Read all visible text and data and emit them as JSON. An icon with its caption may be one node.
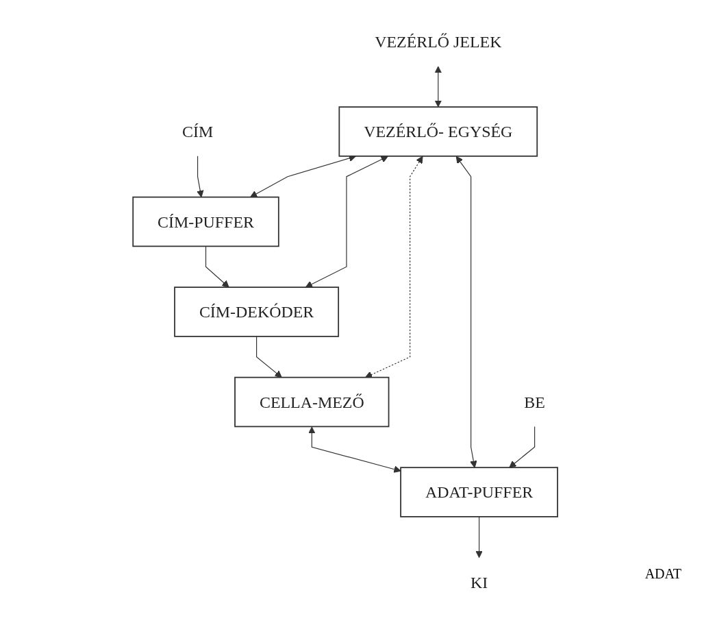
{
  "diagram": {
    "nodes": [
      {
        "text": [
          "CÍM"
        ]
      },
      {
        "text": [
          "CÍM-PUFFER"
        ]
      },
      {
        "text": [
          "CÍM-DEKÓDER"
        ]
      },
      {
        "text": [
          "VEZÉRLŐ- EGYSÉG"
        ]
      },
      {
        "text": [
          "CELLA-MEZŐ"
        ]
      },
      {
        "text": [
          "ADAT-PUFFER"
        ]
      },
      {
        "text": [
          "VEZÉRLŐ JELEK"
        ]
      },
      {
        "text": [
          "KI"
        ]
      },
      {
        "text": [
          "BE"
        ]
      }
    ],
    "edges": [
      {
        "from": 0,
        "to": 1,
        "arrow": "to"
      },
      {
        "from": 1,
        "to": 2,
        "arrow": "to"
      },
      {
        "from": 2,
        "to": 4,
        "arrow": "to"
      },
      {
        "from": 4,
        "to": 5,
        "arrow": "both"
      },
      {
        "from": 3,
        "to": 1,
        "arrow": "both"
      },
      {
        "from": 3,
        "to": 2,
        "arrow": "both"
      },
      {
        "from": 3,
        "to": 4,
        "arrow": "both",
        "style": "dashed"
      },
      {
        "from": 3,
        "to": 5,
        "arrow": "both"
      },
      {
        "from": 6,
        "to": 3,
        "arrow": "both"
      },
      {
        "from": 5,
        "to": 7,
        "arrow": "to"
      },
      {
        "from": 8,
        "to": 5,
        "arrow": "to"
      }
    ],
    "labels": [
      "ADAT"
    ]
  }
}
